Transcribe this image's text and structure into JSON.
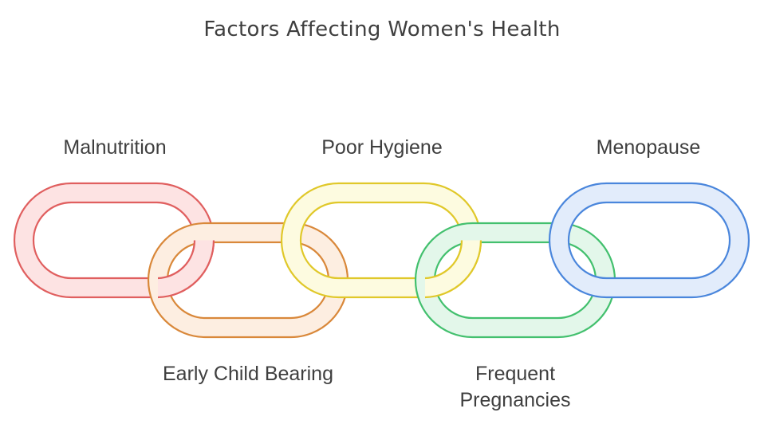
{
  "title": "Factors Affecting Women's Health",
  "links": [
    {
      "id": "malnutrition",
      "label": [
        "Malnutrition"
      ],
      "stroke": "#e05f5f",
      "fill": "#fde3e3",
      "label_side": "top"
    },
    {
      "id": "early-child-bearing",
      "label": [
        "Early Child Bearing"
      ],
      "stroke": "#d9883a",
      "fill": "#fdeee1",
      "label_side": "bottom"
    },
    {
      "id": "poor-hygiene",
      "label": [
        "Poor Hygiene"
      ],
      "stroke": "#e0c82a",
      "fill": "#fdfbe0",
      "label_side": "top"
    },
    {
      "id": "frequent-pregnancies",
      "label": [
        "Frequent",
        "Pregnancies"
      ],
      "stroke": "#43c06e",
      "fill": "#e3f7ea",
      "label_side": "bottom"
    },
    {
      "id": "menopause",
      "label": [
        "Menopause"
      ],
      "stroke": "#4a86dc",
      "fill": "#e2ecfb",
      "label_side": "top"
    }
  ]
}
